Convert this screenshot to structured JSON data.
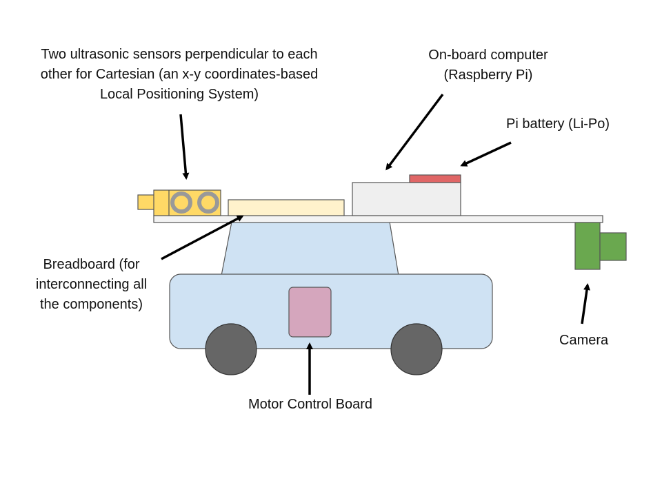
{
  "colors": {
    "body": "#cfe2f3",
    "body_stroke": "#555555",
    "wheel": "#666666",
    "motor_board": "#d5a6bd",
    "platform": "#f3f3f3",
    "breadboard": "#fff2cc",
    "computer": "#efefef",
    "battery": "#e06666",
    "sensor_mount": "#ffd966",
    "sensor_ring": "#999999",
    "camera": "#6aa84f",
    "arrow": "#000000"
  },
  "labels": {
    "sensors": [
      "Two ultrasonic sensors perpendicular to each",
      "other for Cartesian (an x-y coordinates-based",
      "Local Positioning System)"
    ],
    "computer": [
      "On-board computer",
      "(Raspberry Pi)"
    ],
    "battery": [
      "Pi battery (Li-Po)"
    ],
    "breadboard": [
      "Breadboard (for",
      "interconnecting all",
      "the components)"
    ],
    "camera": [
      "Camera"
    ],
    "motor_board": [
      "Motor Control Board"
    ]
  }
}
